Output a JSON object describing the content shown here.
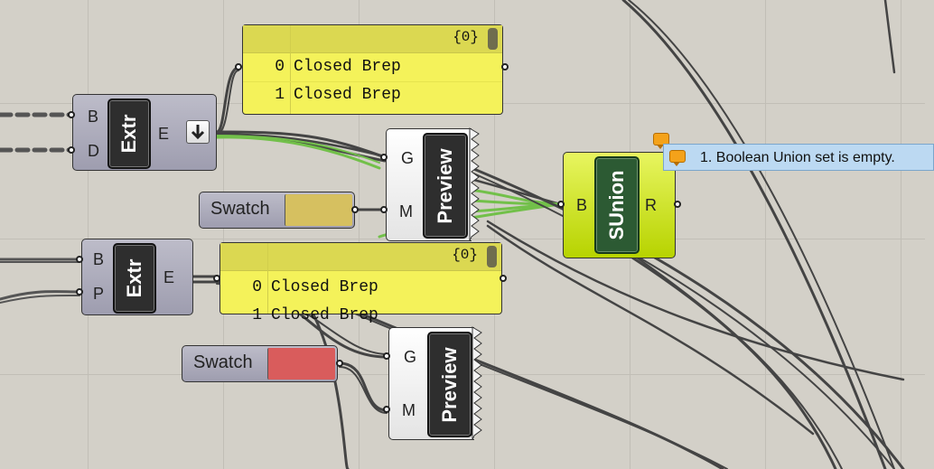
{
  "canvas": {
    "background": "#d3d0c8",
    "grid_color": "#c1beb6"
  },
  "extrude_top": {
    "label": "Extr",
    "inputs": [
      "B",
      "D"
    ],
    "output": "E",
    "output_icon": "arrow-down-icon"
  },
  "extrude_bottom": {
    "label": "Extr",
    "inputs": [
      "B",
      "P"
    ],
    "output": "E"
  },
  "panel_top": {
    "path": "{0}",
    "rows": [
      {
        "index": "0",
        "value": "Closed Brep"
      },
      {
        "index": "1",
        "value": "Closed Brep"
      }
    ]
  },
  "panel_bottom": {
    "path": "{0}",
    "rows": [
      {
        "index": "0",
        "value": "Closed Brep"
      },
      {
        "index": "1",
        "value": "Closed Brep"
      }
    ]
  },
  "preview_top": {
    "label": "Preview",
    "inputs": [
      "G",
      "M"
    ]
  },
  "preview_bottom": {
    "label": "Preview",
    "inputs": [
      "G",
      "M"
    ]
  },
  "swatch_top": {
    "label": "Swatch",
    "color": "#d6c060"
  },
  "swatch_bottom": {
    "label": "Swatch",
    "color": "#d95c5c"
  },
  "sunion": {
    "label": "SUnion",
    "input": "B",
    "output": "R"
  },
  "tooltip": {
    "message": "1. Boolean Union set is empty.",
    "icon": "warning-bubble-icon"
  }
}
